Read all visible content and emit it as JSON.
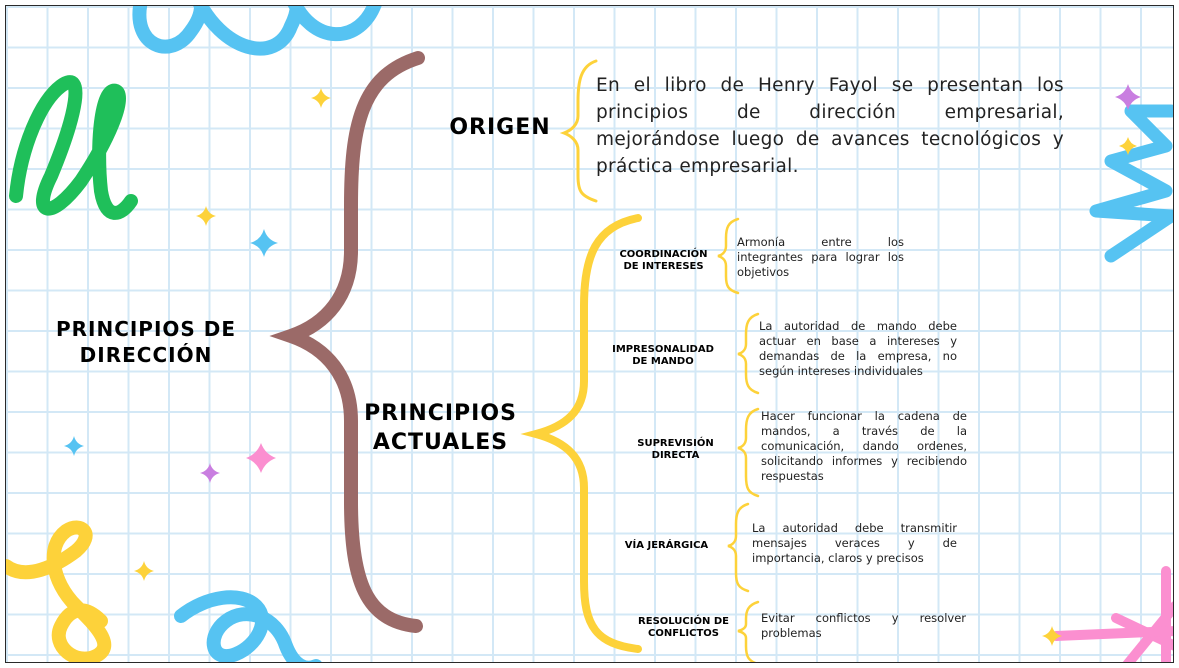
{
  "title": {
    "line1": "PRINCIPIOS DE",
    "line2": "DIRECCIÓN"
  },
  "origin": {
    "label": "ORIGEN",
    "text": "En el libro de Henry Fayol se presentan los principios de dirección empresarial, mejorándose luego de avances tecnológicos y práctica empresarial."
  },
  "current": {
    "label_line1": "PRINCIPIOS",
    "label_line2": "ACTUALES",
    "items": [
      {
        "label_line1": "COORDINACIÓN",
        "label_line2": "DE INTERESES",
        "description": "Armonía entre los integrantes para lograr los objetivos"
      },
      {
        "label_line1": "IMPRESONALIDAD",
        "label_line2": "DE MANDO",
        "description": "La autoridad de mando debe actuar en base a intereses y demandas de la empresa, no según intereses individuales"
      },
      {
        "label_line1": "SUPREVISIÓN",
        "label_line2": "DIRECTA",
        "description": "Hacer funcionar la cadena de mandos, a través de la comunicación, dando ordenes, solicitando informes y recibiendo respuestas"
      },
      {
        "label_line1": "VÍA JERÁRGICA",
        "label_line2": "",
        "description": "La autoridad debe transmitir mensajes veraces y de importancia, claros y precisos"
      },
      {
        "label_line1": "RESOLUCIÓN DE",
        "label_line2": "CONFLICTOS",
        "description": "Evitar conflictos y resolver problemas"
      }
    ]
  },
  "colors": {
    "main_brace": "#9b6a68",
    "secondary_brace": "#fdd23a",
    "grid": "#d3e8f6",
    "deco_green": "#1fbf5a",
    "deco_blue": "#56c3f2",
    "deco_yellow": "#fdd23a",
    "deco_pink": "#fb8fd0",
    "deco_purple": "#c97ee0"
  }
}
